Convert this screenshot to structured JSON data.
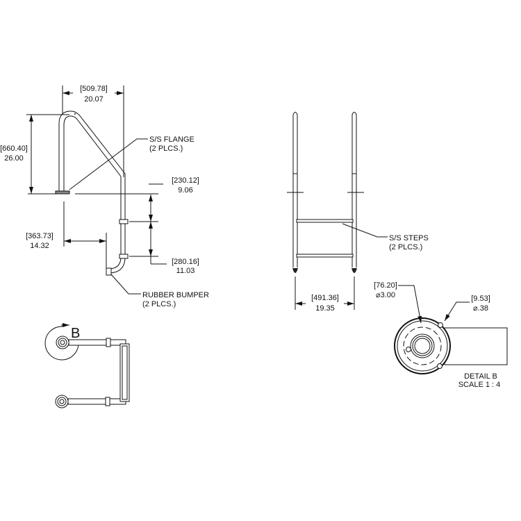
{
  "side_view": {
    "width_dim": {
      "mm": "[509.78]",
      "in": "20.07"
    },
    "height_dim": {
      "mm": "[660.40]",
      "in": "26.00"
    },
    "step_dim_upper": {
      "mm": "[230.12]",
      "in": "9.06"
    },
    "step_dim_lower": {
      "mm": "[280.16]",
      "in": "11.03"
    },
    "reach_dim": {
      "mm": "[363.73]",
      "in": "14.32"
    },
    "flange_note": {
      "line1": "S/S FLANGE",
      "line2": "(2 PLCS.)"
    },
    "bumper_note": {
      "line1": "RUBBER BUMPER",
      "line2": "(2 PLCS.)"
    }
  },
  "front_view": {
    "width_dim": {
      "mm": "[491.36]",
      "in": "19.35"
    },
    "steps_note": {
      "line1": "S/S STEPS",
      "line2": "(2 PLCS.)"
    }
  },
  "top_view": {
    "detail_marker": "B"
  },
  "detail_b": {
    "outer_dia": {
      "mm": "[76.20]",
      "in": "⌀3.00"
    },
    "hole_dia": {
      "mm": "[9.53]",
      "in": "⌀.38"
    },
    "title": "DETAIL B",
    "scale": "SCALE 1 : 4"
  }
}
